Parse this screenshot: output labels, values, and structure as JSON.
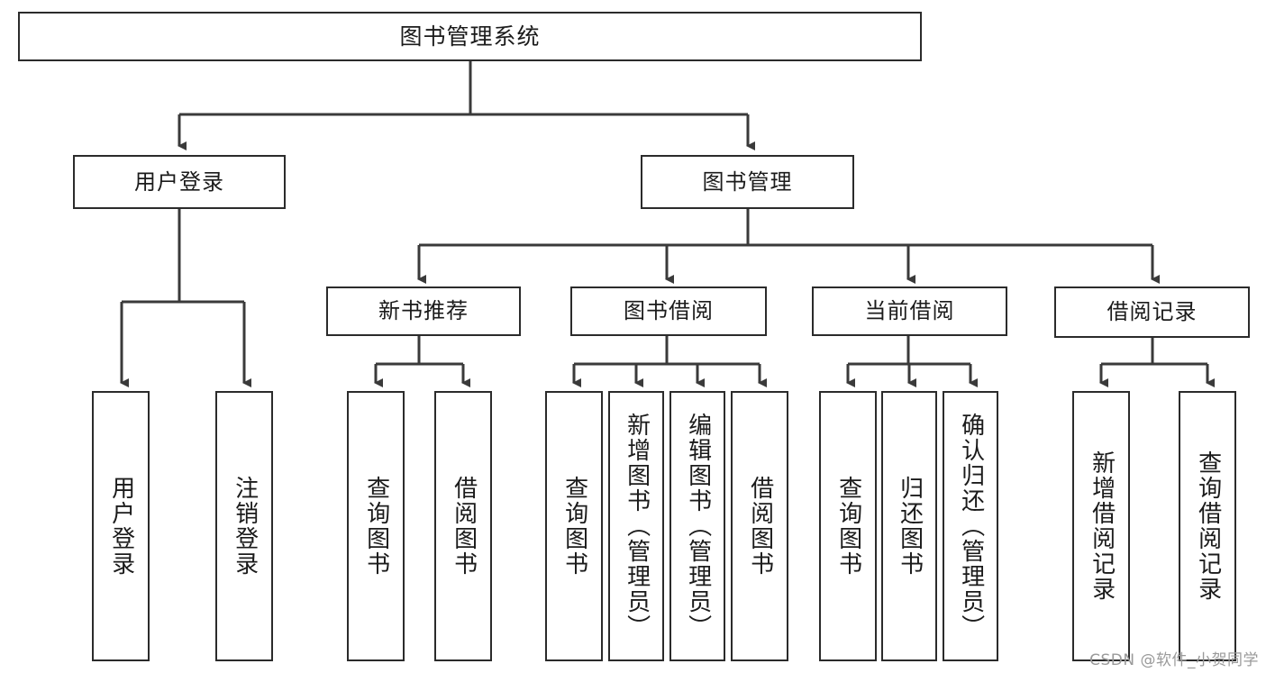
{
  "diagram": {
    "type": "tree-hierarchy",
    "title": "图书管理系统",
    "watermark": "CSDN @软件_小贺同学",
    "colors": {
      "background": "#ffffff",
      "box_border": "#2b2b2b",
      "box_fill": "#ffffff",
      "text": "#1b1b1b",
      "edge": "#3a3a3a",
      "watermark": "#9a9a9a"
    },
    "levels": {
      "root": {
        "label": "图书管理系统"
      },
      "level2": [
        {
          "id": "user-login",
          "label": "用户登录"
        },
        {
          "id": "book-manage",
          "label": "图书管理"
        }
      ],
      "level3": [
        {
          "id": "new-book-recommend",
          "label": "新书推荐",
          "parent": "book-manage"
        },
        {
          "id": "book-borrow",
          "label": "图书借阅",
          "parent": "book-manage"
        },
        {
          "id": "current-borrow",
          "label": "当前借阅",
          "parent": "book-manage"
        },
        {
          "id": "borrow-record",
          "label": "借阅记录",
          "parent": "book-manage"
        }
      ],
      "leaves": {
        "user-login": [
          {
            "id": "leaf-user-login",
            "label": "用户登录"
          },
          {
            "id": "leaf-logout",
            "label": "注销登录"
          }
        ],
        "new-book-recommend": [
          {
            "id": "leaf-query-book-1",
            "label": "查询图书"
          },
          {
            "id": "leaf-borrow-book-1",
            "label": "借阅图书"
          }
        ],
        "book-borrow": [
          {
            "id": "leaf-query-book-2",
            "label": "查询图书"
          },
          {
            "id": "leaf-add-book",
            "label": "新增图书（管理员）"
          },
          {
            "id": "leaf-edit-book",
            "label": "编辑图书（管理员）"
          },
          {
            "id": "leaf-borrow-book-2",
            "label": "借阅图书"
          }
        ],
        "current-borrow": [
          {
            "id": "leaf-query-book-3",
            "label": "查询图书"
          },
          {
            "id": "leaf-return-book",
            "label": "归还图书"
          },
          {
            "id": "leaf-confirm-return",
            "label": "确认归还（管理员）"
          }
        ],
        "borrow-record": [
          {
            "id": "leaf-add-record",
            "label": "新增借阅记录"
          },
          {
            "id": "leaf-query-record",
            "label": "查询借阅记录"
          }
        ]
      }
    }
  }
}
